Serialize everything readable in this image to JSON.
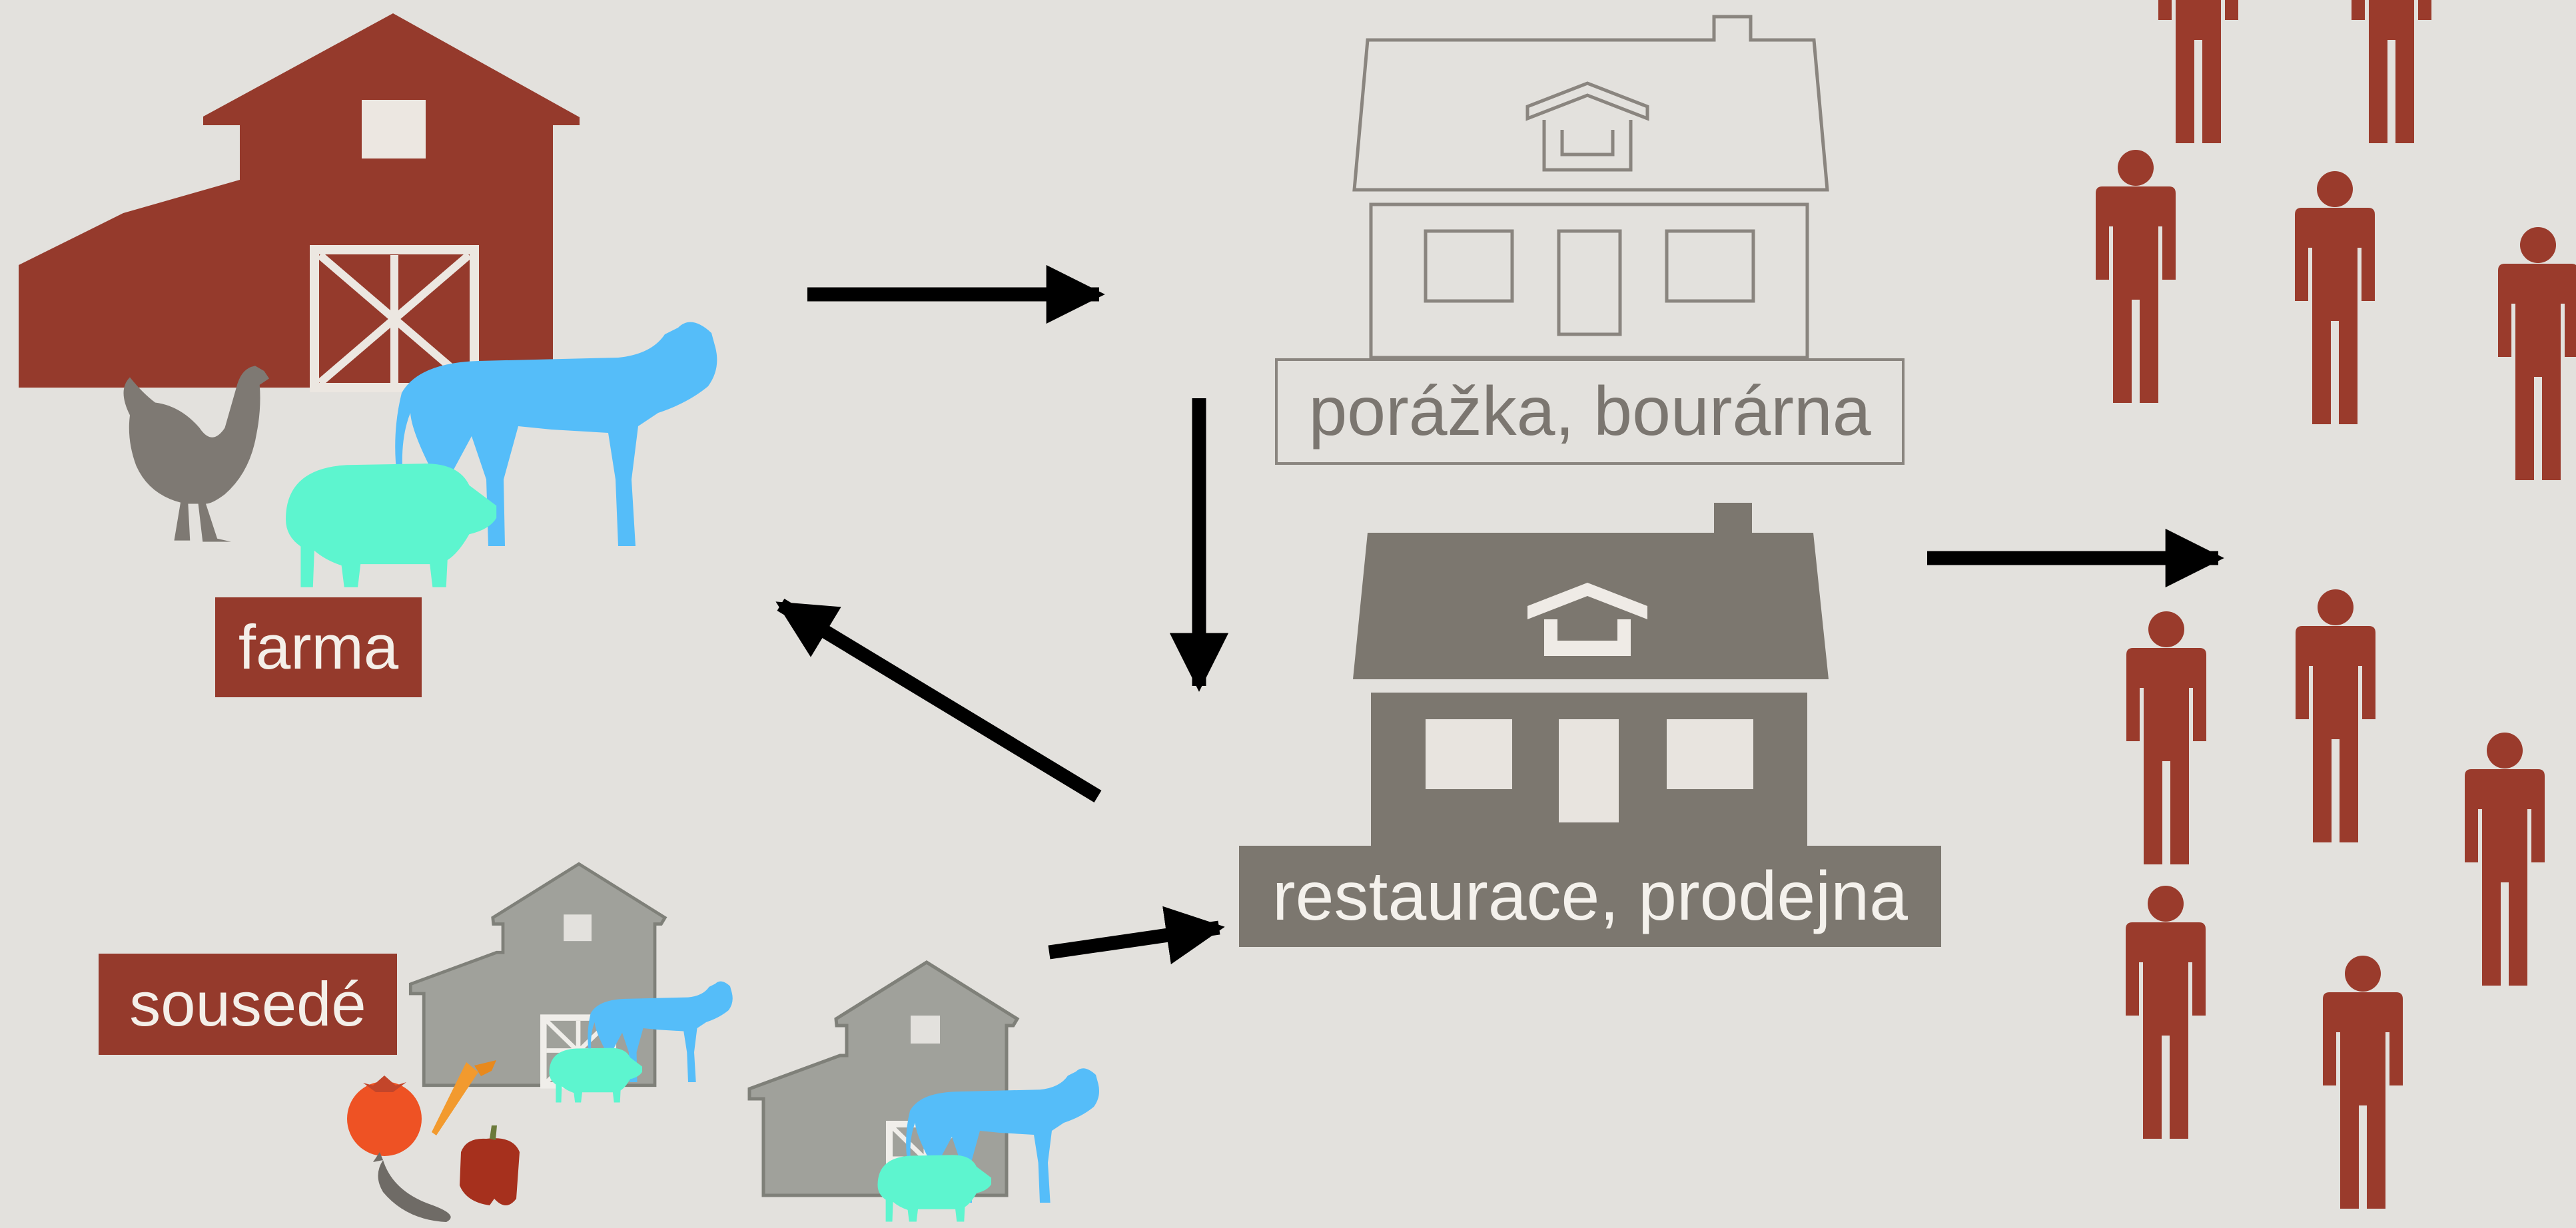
{
  "diagram": {
    "labels": {
      "farm": "farma",
      "neighbors": "sousedé",
      "slaughterhouse": "porážka, bourárna",
      "restaurant": "restaurace, prodejna"
    },
    "colors": {
      "background": "#e3e1dd",
      "barn_red": "#953a2c",
      "people_red": "#9a3b2c",
      "house_dark": "#7c776f",
      "house_outline": "#8a857f",
      "neighbor_barn": "#a0a19b",
      "cow_blue": "#55bdf9",
      "pig_mint": "#5df5cf",
      "hen_gray": "#7e7973",
      "tomato": "#ee5224",
      "carrot": "#f29a2e",
      "pepper": "#a6301d",
      "chili": "#6f6b66",
      "arrow": "#000000"
    },
    "icons": [
      "barn-icon",
      "cow-icon",
      "pig-icon",
      "hen-icon",
      "house-icon",
      "person-icon",
      "tomato-icon",
      "carrot-icon",
      "pepper-icon",
      "chili-icon",
      "arrow-icon"
    ]
  }
}
